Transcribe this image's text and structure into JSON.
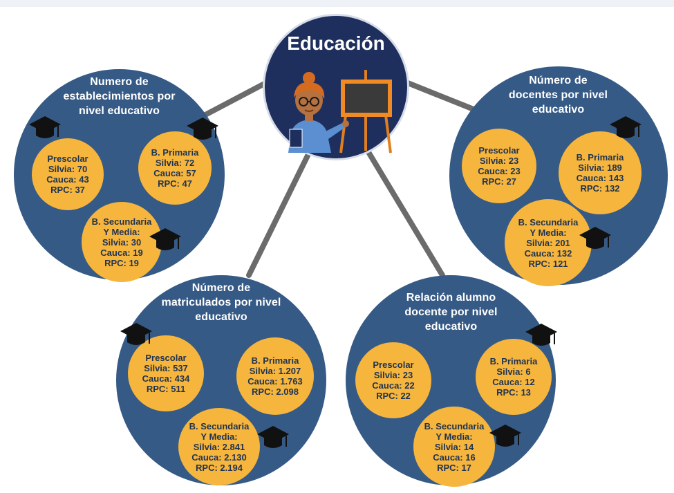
{
  "center": {
    "title": "Educación",
    "icon": "teacher-blackboard-icon"
  },
  "colors": {
    "big_circle": "#365a86",
    "small_circle": "#f6b53d",
    "center": "#1e2f5e",
    "connector": "#6b6b6b"
  },
  "groups": {
    "establecimientos": {
      "title": [
        "Numero de",
        "establecimientos por",
        "nivel educativo"
      ],
      "prescolar": [
        "Prescolar",
        "Silvia: 70",
        "Cauca: 43",
        "RPC: 37"
      ],
      "primaria": [
        "B. Primaria",
        "Silvia: 72",
        "Cauca: 57",
        "RPC: 47"
      ],
      "secundaria": [
        "B. Secundaria",
        "Y Media:",
        "Silvia: 30",
        "Cauca: 19",
        "RPC: 19"
      ]
    },
    "docentes": {
      "title": [
        "Número de",
        "docentes por nivel",
        "educativo"
      ],
      "prescolar": [
        "Prescolar",
        "Silvia: 23",
        "Cauca: 23",
        "RPC: 27"
      ],
      "primaria": [
        "B. Primaria",
        "Silvia: 189",
        "Cauca: 143",
        "RPC: 132"
      ],
      "secundaria": [
        "B. Secundaria",
        "Y Media:",
        "Silvia: 201",
        "Cauca: 132",
        "RPC: 121"
      ]
    },
    "matriculados": {
      "title": [
        "Número de",
        "matriculados por nivel",
        "educativo"
      ],
      "prescolar": [
        "Prescolar",
        "Silvia: 537",
        "Cauca: 434",
        "RPC: 511"
      ],
      "primaria": [
        "B. Primaria",
        "Silvia: 1.207",
        "Cauca: 1.763",
        "RPC: 2.098"
      ],
      "secundaria": [
        "B. Secundaria",
        "Y Media:",
        "Silvia: 2.841",
        "Cauca: 2.130",
        "RPC: 2.194"
      ]
    },
    "relacion": {
      "title": [
        "Relación alumno",
        "docente por nivel",
        "educativo"
      ],
      "prescolar": [
        "Prescolar",
        "Silvia: 23",
        "Cauca: 22",
        "RPC: 22"
      ],
      "primaria": [
        "B. Primaria",
        "Silvia: 6",
        "Cauca: 12",
        "RPC: 13"
      ],
      "secundaria": [
        "B. Secundaria",
        "Y Media:",
        "Silvia: 14",
        "Cauca: 16",
        "RPC: 17"
      ]
    }
  }
}
